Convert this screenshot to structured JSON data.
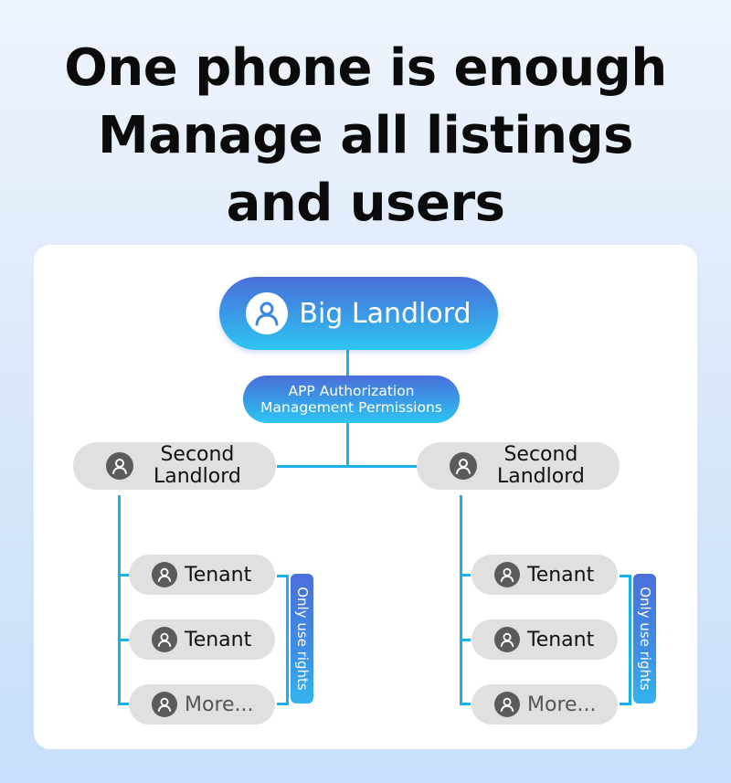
{
  "headline": {
    "line1": "One phone is enough",
    "line2": "Manage all listings",
    "line3": "and users"
  },
  "diagram": {
    "root": {
      "label": "Big Landlord",
      "icon": "person-icon"
    },
    "authorization": {
      "line1": "APP Authorization",
      "line2": "Management Permissions"
    },
    "branches": [
      {
        "label_line1": "Second",
        "label_line2": "Landlord",
        "icon": "person-icon",
        "children": [
          {
            "label": "Tenant",
            "icon": "person-icon"
          },
          {
            "label": "Tenant",
            "icon": "person-icon"
          },
          {
            "label": "More...",
            "icon": "person-icon"
          }
        ],
        "rights_badge": "Only use rights"
      },
      {
        "label_line1": "Second",
        "label_line2": "Landlord",
        "icon": "person-icon",
        "children": [
          {
            "label": "Tenant",
            "icon": "person-icon"
          },
          {
            "label": "Tenant",
            "icon": "person-icon"
          },
          {
            "label": "More...",
            "icon": "person-icon"
          }
        ],
        "rights_badge": "Only use rights"
      }
    ]
  },
  "colors": {
    "accent_blue_top": "#4b6fd9",
    "accent_blue_bottom": "#2ec6f1",
    "connector": "#1ab0ea",
    "gray_pill": "#e0e0e0",
    "gray_icon": "#5b5b5b",
    "background_bottom": "#c6dffa"
  }
}
